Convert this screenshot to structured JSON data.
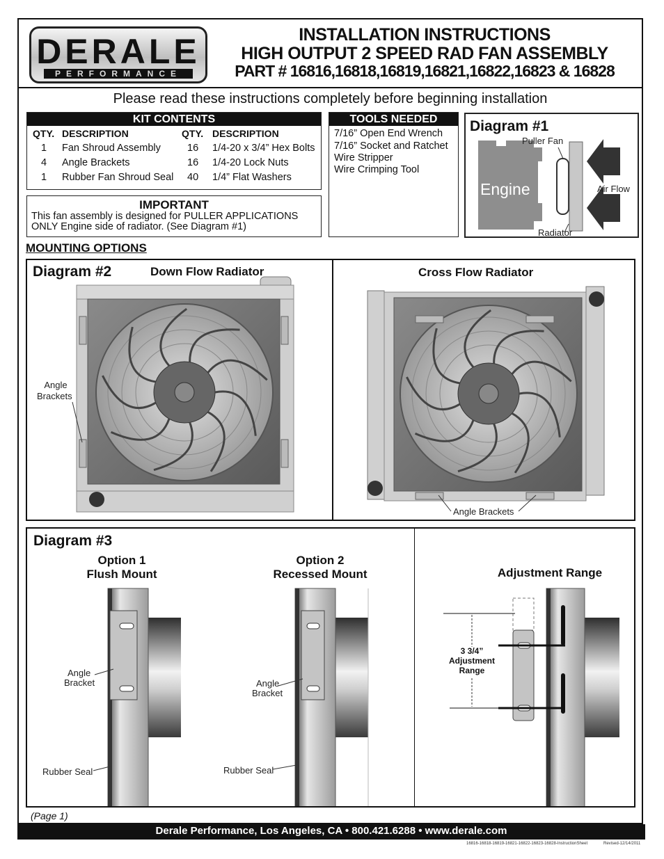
{
  "header": {
    "logo_main": "DERALE",
    "logo_sub": "PERFORMANCE",
    "title_line1": "INSTALLATION INSTRUCTIONS",
    "title_line2": "HIGH OUTPUT 2 SPEED RAD FAN ASSEMBLY",
    "title_line3": "PART # 16816,16818,16819,16821,16822,16823 & 16828"
  },
  "notice": "Please read these instructions completely before beginning installation",
  "kit_contents": {
    "title": "KIT CONTENTS",
    "qty_header": "QTY.",
    "desc_header": "DESCRIPTION",
    "left": [
      {
        "qty": "1",
        "desc": "Fan Shroud Assembly"
      },
      {
        "qty": "4",
        "desc": "Angle Brackets"
      },
      {
        "qty": "1",
        "desc": "Rubber Fan Shroud Seal"
      }
    ],
    "right": [
      {
        "qty": "16",
        "desc": "1/4-20 x 3/4” Hex Bolts"
      },
      {
        "qty": "16",
        "desc": "1/4-20 Lock Nuts"
      },
      {
        "qty": "40",
        "desc": "1/4” Flat Washers"
      }
    ]
  },
  "tools": {
    "title": "TOOLS NEEDED",
    "items": [
      "7/16” Open End Wrench",
      "7/16” Socket and Ratchet",
      "Wire Stripper",
      "Wire Crimping Tool"
    ]
  },
  "important": {
    "title": "IMPORTANT",
    "line1": "This fan assembly is designed for PULLER APPLICATIONS",
    "line2": "ONLY Engine side of radiator. (See Diagram #1)"
  },
  "diagram1": {
    "title": "Diagram #1",
    "puller_fan": "Puller Fan",
    "engine": "Engine",
    "air_flow": "Air Flow",
    "radiator": "Radiator"
  },
  "mounting_options": "MOUNTING OPTIONS",
  "diagram2": {
    "title": "Diagram #2",
    "down_flow": "Down Flow Radiator",
    "cross_flow": "Cross Flow Radiator",
    "angle_brackets_line1": "Angle",
    "angle_brackets_line2": "Brackets",
    "angle_brackets": "Angle Brackets"
  },
  "diagram3": {
    "title": "Diagram #3",
    "option1_line1": "Option 1",
    "option1_line2": "Flush Mount",
    "option2_line1": "Option 2",
    "option2_line2": "Recessed Mount",
    "adjustment_range": "Adjustment Range",
    "angle": "Angle",
    "bracket": "Bracket",
    "rubber_seal": "Rubber Seal",
    "adj_line1": "3 3/4”",
    "adj_line2": "Adjustment",
    "adj_line3": "Range"
  },
  "page_label": "(Page 1)",
  "footer": {
    "text": "Derale Performance, Los Angeles, CA •  800.421.6288 • www.derale.com",
    "fine_left": "16816-16818-16819-16821-16822-16823-16828-InstructionSheet",
    "fine_right": "Revised-12/14/2011"
  }
}
